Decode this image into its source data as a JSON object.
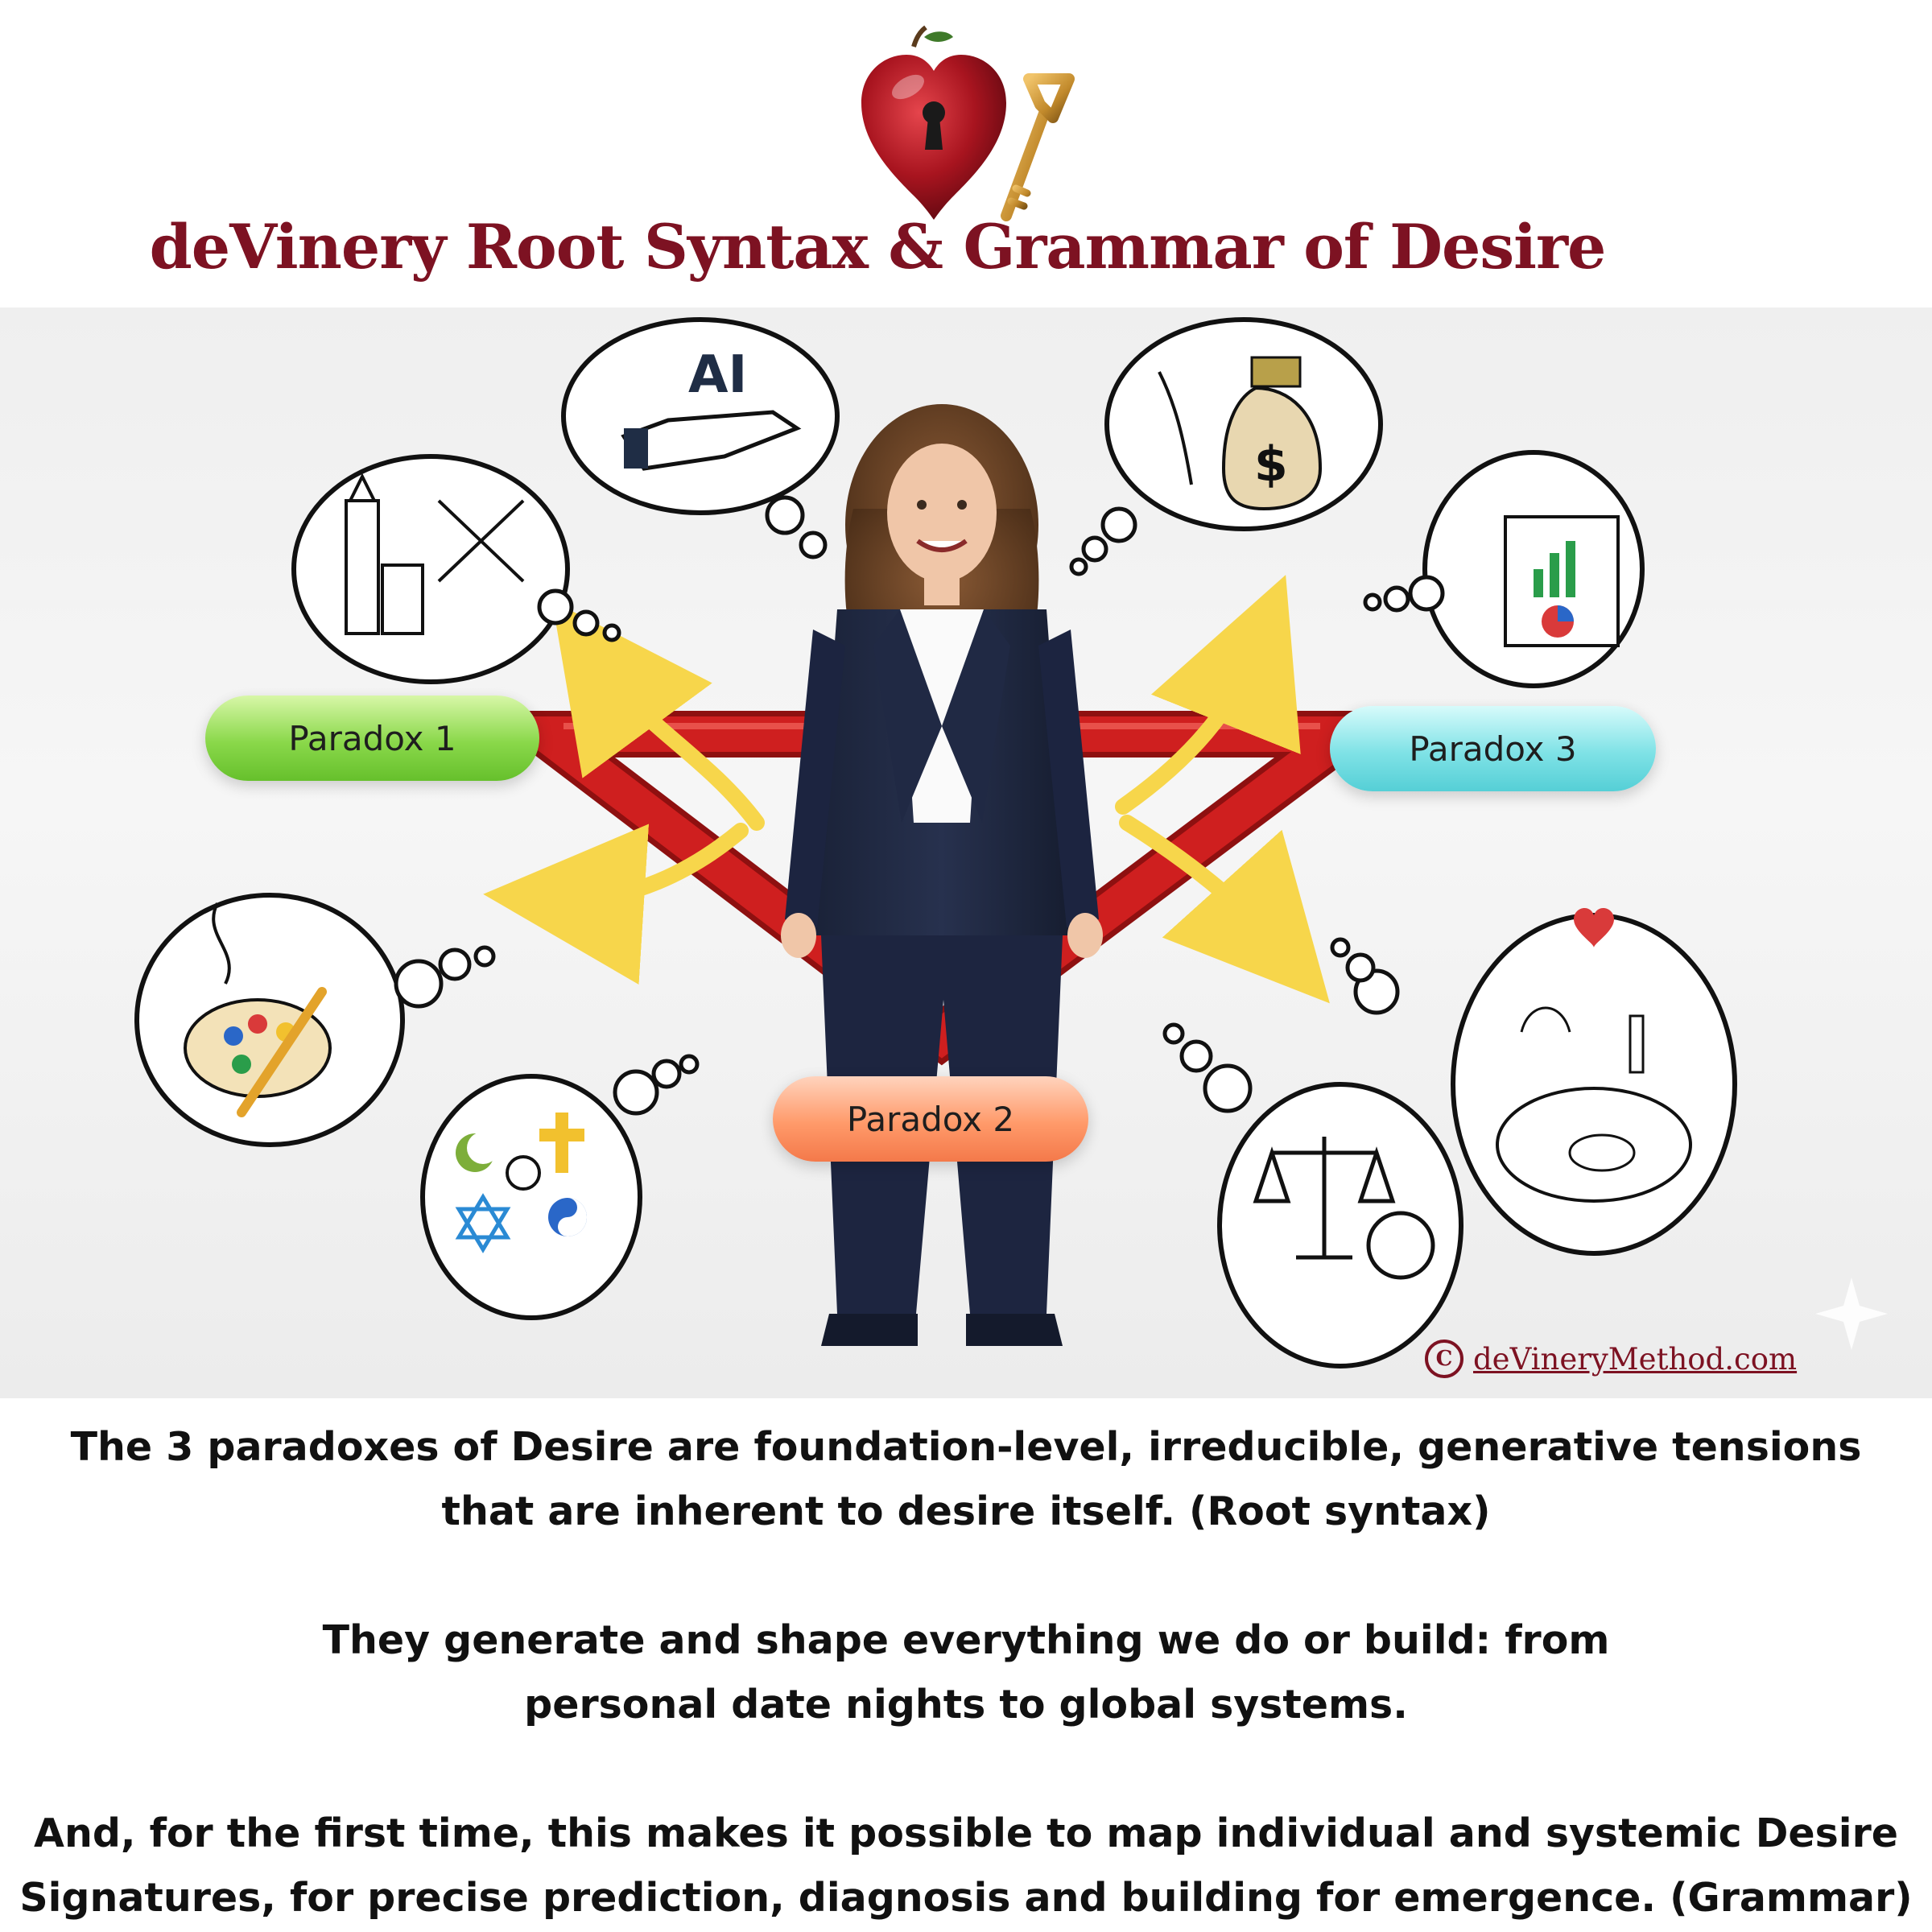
{
  "header": {
    "title": "deVinery Root Syntax & Grammar of Desire",
    "logo_icon": "heart-apple-keyhole-and-golden-key-icon",
    "heart_color": "#a8141f",
    "key_color": "#c28a2c"
  },
  "illustration": {
    "paradoxes": [
      {
        "label": "Paradox 1",
        "color": "#7ed13e"
      },
      {
        "label": "Paradox 2",
        "color": "#ff9466"
      },
      {
        "label": "Paradox 3",
        "color": "#6fdde2"
      }
    ],
    "thought_bubbles": [
      {
        "icon": "city-buildings-and-tools-icon"
      },
      {
        "icon": "ai-robot-hand-icon"
      },
      {
        "icon": "hands-and-money-bag-icon"
      },
      {
        "icon": "charts-and-reports-icon"
      },
      {
        "icon": "music-and-painting-palette-icon"
      },
      {
        "icon": "religious-symbols-icon"
      },
      {
        "icon": "scales-of-justice-and-gavel-icon"
      },
      {
        "icon": "romantic-dinner-table-icon"
      }
    ],
    "shape_icon": "red-impossible-triangle-icon",
    "arrow_color": "#f7d64b",
    "triangle_color": "#cf1f1f",
    "credit": {
      "symbol": "C",
      "url": "deVineryMethod.com"
    }
  },
  "body": {
    "paragraphs": [
      {
        "lines": [
          "The 3 paradoxes of Desire are foundation-level, irreducible, generative tensions",
          "that are inherent to desire itself. (Root syntax)"
        ]
      },
      {
        "lines": [
          "They generate and shape everything we do or build: from",
          "personal date nights to global systems."
        ]
      },
      {
        "lines": [
          "And, for the first time, this makes it possible to map individual and systemic Desire",
          "Signatures, for precise prediction, diagnosis and building for emergence. (Grammar)"
        ]
      }
    ]
  }
}
